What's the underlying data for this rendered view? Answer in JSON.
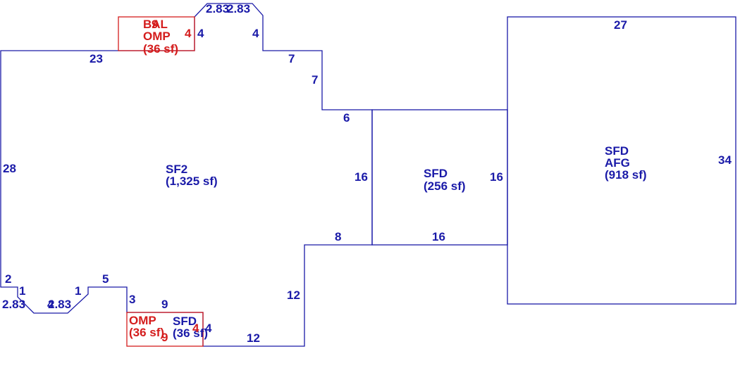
{
  "colors": {
    "main": "#1a1aa8",
    "accent": "#d41c1c",
    "background": "#ffffff"
  },
  "areas": {
    "sf2": {
      "code": "SF2",
      "area": "(1,325 sf)"
    },
    "sfd_mid": {
      "code": "SFD",
      "area": "(256 sf)"
    },
    "sfd_afg": {
      "code": "SFD",
      "code2": "AFG",
      "area": "(918 sf)"
    },
    "bal_omp": {
      "code": "BAL",
      "code2": "OMP",
      "area": "(36 sf)",
      "overlap_digit": "9"
    },
    "omp_bottom": {
      "code": "OMP",
      "area": "(36 sf)"
    },
    "sfd_small": {
      "code": "SFD",
      "area": "(36 sf)"
    }
  },
  "dimensions": {
    "top_bay_left": "2.83",
    "top_bay_right": "2.83",
    "bay_left_side": "4",
    "bay_right_side": "4",
    "top_left_run": "23",
    "step_a": "7",
    "step_b": "7",
    "step_c": "6",
    "sf2_left": "28",
    "sf2_right": "16",
    "ell_top": "8",
    "ell_side": "12",
    "bottom_run": "12",
    "bl_a": "2",
    "bl_b": "1",
    "bl_c": "2.83",
    "bl_d": "4",
    "bl_e": "2.83",
    "bl_f": "1",
    "bl_g": "5",
    "bl_h": "3",
    "bl_i": "9",
    "mid_right": "16",
    "mid_bottom": "16",
    "afg_top": "27",
    "afg_right": "34",
    "bal_side": "4",
    "omp_bottom_dim": "9",
    "omp_side": "4",
    "sfd_small_side": "4"
  }
}
